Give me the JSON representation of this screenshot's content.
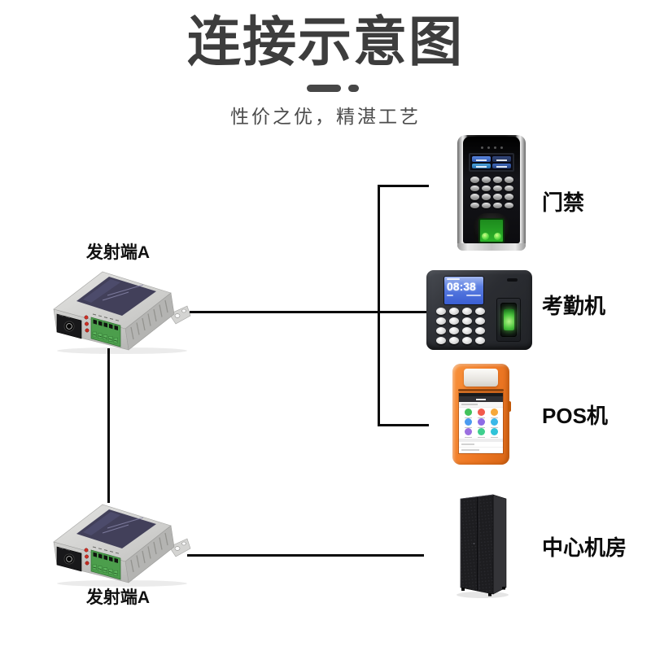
{
  "page": {
    "title": "连接示意图",
    "subtitle": "性价之优，精湛工艺"
  },
  "diagram": {
    "transmitters": [
      {
        "label": "发射端A"
      },
      {
        "label": "发射端A"
      }
    ],
    "devices": [
      {
        "id": "access-control",
        "label": "门禁"
      },
      {
        "id": "attendance-machine",
        "label": "考勤机",
        "screen_time": "08:38"
      },
      {
        "id": "pos-terminal",
        "label": "POS机"
      },
      {
        "id": "server-room",
        "label": "中心机房"
      }
    ],
    "line_color": "#0a0a0a"
  },
  "colors": {
    "title_text": "#3d3d3d",
    "subtitle_text": "#4b4b4b",
    "divider": "#474747",
    "label_text": "#0c0c0c",
    "transmitter_body": "#d6d6d4",
    "transmitter_plate": "#42405a",
    "transmitter_terminal_green": "#4c9e4c",
    "transmitter_led_red": "#d03026",
    "pos_body_orange": "#f07a26",
    "attendance_screen_blue": "#3a5ed2",
    "fingerprint_green": "#46c23e",
    "rack_black": "#1b1b1e",
    "pos_icon_colors": [
      "#43c25c",
      "#f25a4c",
      "#f6a83a",
      "#4b9bf0",
      "#8d6ce6",
      "#3ab8e8",
      "#9b6fe0",
      "#3ecf8e",
      "#2fc3d8"
    ]
  }
}
